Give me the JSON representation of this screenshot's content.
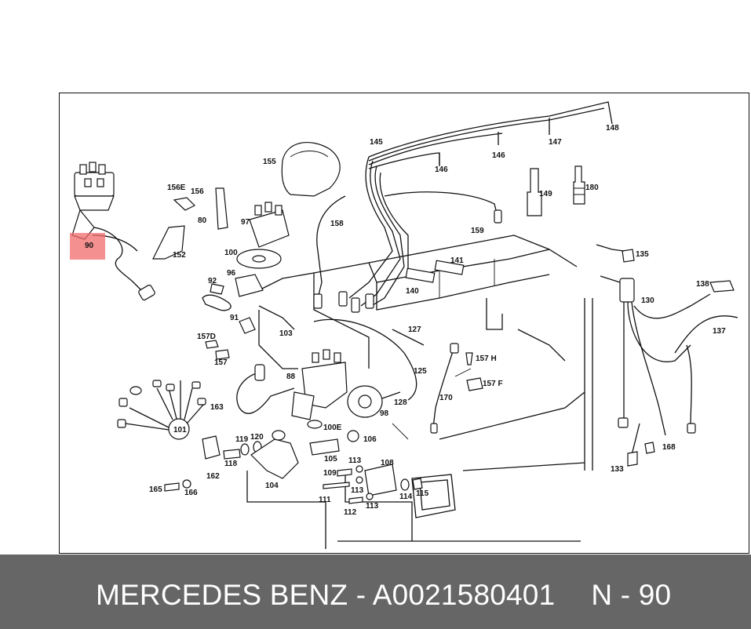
{
  "footer": {
    "part_label": "MERCEDES BENZ - A0021580401",
    "position_label": "N - 90"
  },
  "highlight": {
    "label": "90",
    "color": "#f26b6b"
  },
  "diagram": {
    "callouts": [
      "155",
      "145",
      "148",
      "147",
      "146",
      "146",
      "149",
      "180",
      "156E",
      "156",
      "80",
      "97",
      "158",
      "159",
      "152",
      "100",
      "141",
      "135",
      "96",
      "92",
      "140",
      "130",
      "138",
      "91",
      "137",
      "103",
      "127",
      "157D",
      "157",
      "88",
      "157 H",
      "157 F",
      "125",
      "128",
      "170",
      "163",
      "98",
      "101",
      "119",
      "120",
      "100E",
      "106",
      "118",
      "162",
      "104",
      "105",
      "113",
      "108",
      "109",
      "165",
      "166",
      "111",
      "113",
      "112",
      "113",
      "114",
      "115",
      "133",
      "168"
    ]
  }
}
